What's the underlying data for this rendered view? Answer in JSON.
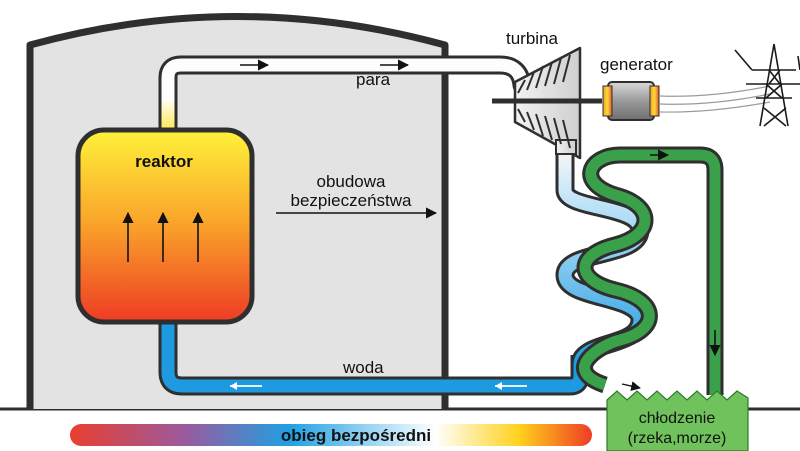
{
  "labels": {
    "turbine": "turbina",
    "generator": "generator",
    "steam": "para",
    "reactor": "reaktor",
    "containment_line1": "obudowa",
    "containment_line2": "bezpieczeństwa",
    "water": "woda",
    "cooling_line1": "chłodzenie",
    "cooling_line2": "(rzeka,morze)",
    "legend": "obieg bezpośredni"
  },
  "colors": {
    "containment_fill": "#e3e3e4",
    "containment_stroke": "#2f2f2f",
    "reactor_top": "#fff23a",
    "reactor_bottom": "#ee3b24",
    "hot_pipe": "#fdfdfd",
    "cold_pipe": "#1e9be0",
    "cooling_loop": "#3aa14a",
    "cooling_water": "#6fc25c",
    "legend_gradient": [
      "#e93f2f",
      "#9b5a9e",
      "#1fa0e3",
      "#ffffff",
      "#ffd21c",
      "#ef3d24"
    ]
  },
  "icons": {
    "turbine": "turbine-icon",
    "generator": "generator-icon",
    "pylon": "power-pylon-icon"
  }
}
